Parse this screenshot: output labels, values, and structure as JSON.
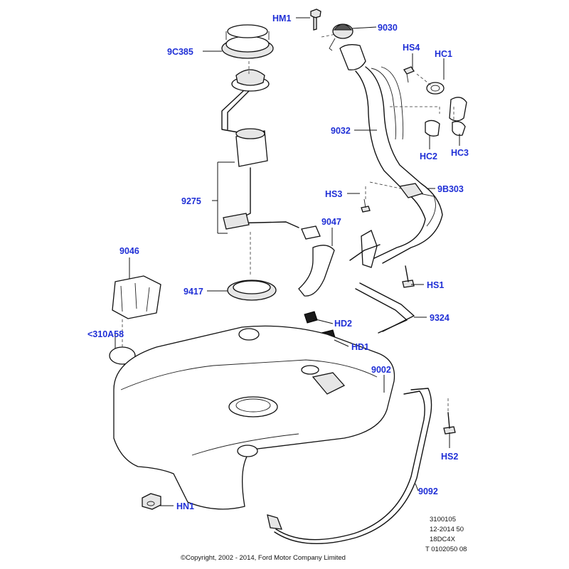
{
  "callouts": {
    "hm1": "HM1",
    "c9030": "9030",
    "hs4": "HS4",
    "hc1": "HC1",
    "c9c385": "9C385",
    "c9032": "9032",
    "hc2": "HC2",
    "hc3": "HC3",
    "c9275": "9275",
    "hs3": "HS3",
    "c9b303": "9B303",
    "c9047": "9047",
    "c9046": "9046",
    "hs1": "HS1",
    "c9417": "9417",
    "hd2": "HD2",
    "c9324": "9324",
    "c310a58": "<310A58",
    "hd1": "HD1",
    "c9002": "9002",
    "hs2": "HS2",
    "c9092": "9092",
    "hn1": "HN1"
  },
  "reference": {
    "line1": "3100105",
    "line2": "12-2014 50",
    "line3": "18DC4X",
    "line4": "T 0102050 08"
  },
  "copyright": "©Copyright, 2002 - 2014, Ford Motor Company Limited"
}
